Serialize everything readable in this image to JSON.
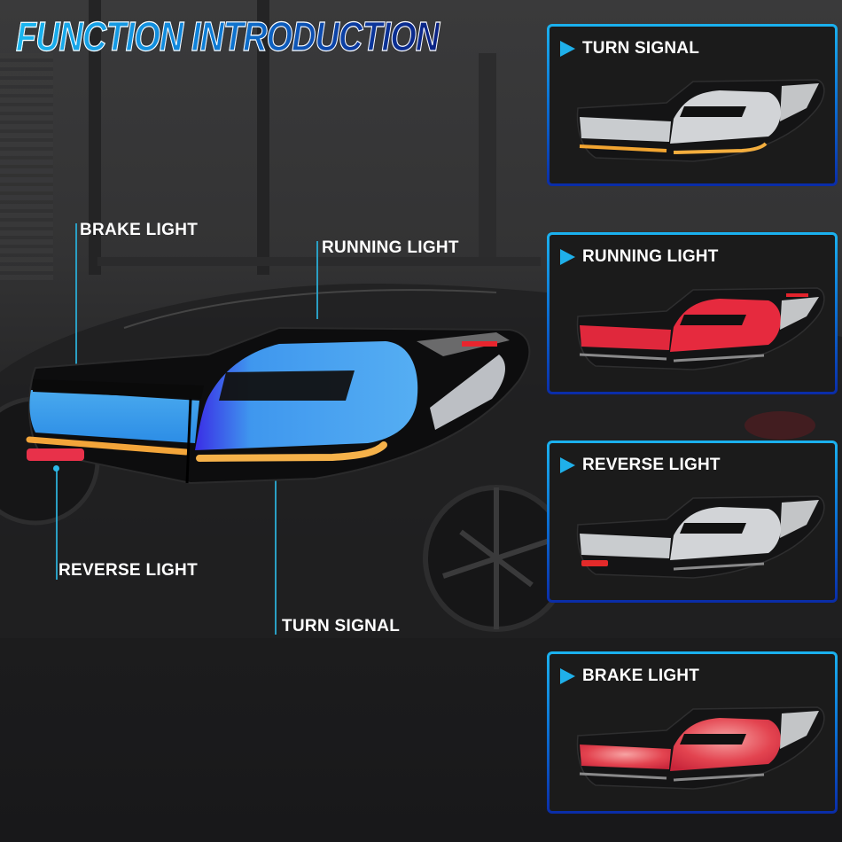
{
  "title": "FUNCTION INTRODUCTION",
  "main_image": {
    "subject": "tail-light-assembly",
    "demo_color": "#3aa0f0",
    "callouts": [
      {
        "id": "brake",
        "label": "BRAKE LIGHT"
      },
      {
        "id": "running",
        "label": "RUNNING LIGHT"
      },
      {
        "id": "reverse",
        "label": "REVERSE LIGHT"
      },
      {
        "id": "turn",
        "label": "TURN SIGNAL"
      }
    ]
  },
  "panels": [
    {
      "label": "TURN SIGNAL",
      "icon": "arrow-right-icon",
      "lit_color": "#f2a531",
      "state": "turn"
    },
    {
      "label": "RUNNING LIGHT",
      "icon": "arrow-right-icon",
      "lit_color": "#e8263a",
      "state": "running"
    },
    {
      "label": "REVERSE LIGHT",
      "icon": "arrow-right-icon",
      "lit_color": "#e32a2a",
      "state": "reverse"
    },
    {
      "label": "BRAKE LIGHT",
      "icon": "arrow-right-icon",
      "lit_color": "#e5404a",
      "state": "brake"
    }
  ],
  "colors": {
    "title_gradient_start": "#1ab7f0",
    "title_gradient_end": "#0a2284",
    "panel_border_top": "#1bb2ef",
    "panel_border_bottom": "#0a2ca8",
    "leader_line": "#2a9fc4"
  }
}
